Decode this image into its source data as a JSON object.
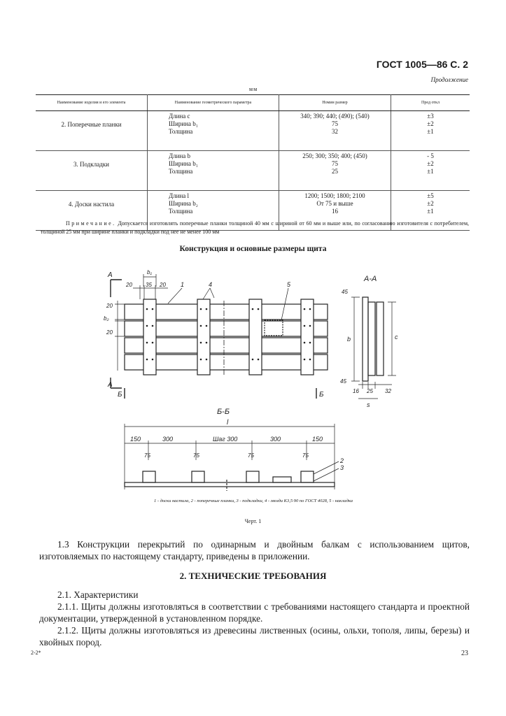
{
  "header": {
    "doc_id": "ГОСТ 1005—86 С. 2",
    "continuation": "Продолжение",
    "unit": "мм"
  },
  "table": {
    "columns": [
      "Наименование изделия и его элемента",
      "Наименование геометрического параметра",
      "Номин размер",
      "Пред откл"
    ],
    "groups": [
      {
        "name": "2. Поперечные планки",
        "rows": [
          {
            "param": "Длина c",
            "size": "340; 390; 440; (490); (540)",
            "tol": "±3"
          },
          {
            "param": "Ширина b₁",
            "size": "75",
            "tol": "±2"
          },
          {
            "param": "Толщина",
            "size": "32",
            "tol": "±1"
          }
        ]
      },
      {
        "name": "3. Подкладки",
        "rows": [
          {
            "param": "Длина b",
            "size": "250; 300; 350; 400; (450)",
            "tol": "- 5"
          },
          {
            "param": "Ширина b₁",
            "size": "75",
            "tol": "±2"
          },
          {
            "param": "Толщина",
            "size": "25",
            "tol": "±1"
          }
        ]
      },
      {
        "name": "4. Доски настила",
        "rows": [
          {
            "param": "Длина l",
            "size": "1200; 1500; 1800; 2100",
            "tol": "±5"
          },
          {
            "param": "Ширина b₂",
            "size": "От 75 и выше",
            "tol": "±2"
          },
          {
            "param": "Толщина",
            "size": "16",
            "tol": "±1"
          }
        ]
      }
    ]
  },
  "note": {
    "label": "Примечание.",
    "text": "Допускается изготовлять поперечные планки толщиной 40 мм с шириной от 60 мм и выше или, по согласованию изготовителя с потребителем, толщиной 25 мм при ширине планки и подкладки под нее не менее 100 мм"
  },
  "figure": {
    "title": "Конструкция и основные размеры щита",
    "legend": "1 - доски настила, 2 - поперечные планки, 3 - подкладки, 4 - гвозди К3,5·90 по ГОСТ 4028, 5 - накладка",
    "caption": "Черт. 1",
    "labels": {
      "A": "А",
      "AA": "А-А",
      "BB": "Б-Б",
      "B": "Б",
      "d20": "20",
      "d35": "35",
      "b1": "b₁",
      "b2": "b₂",
      "n1": "1",
      "n4": "4",
      "n5": "5",
      "d45": "45",
      "d16": "16",
      "d25": "25",
      "d32": "32",
      "b": "b",
      "c": "c",
      "s": "s",
      "l": "l",
      "d150": "150",
      "d300": "300",
      "step": "Шаг 300",
      "d75": "75",
      "n2": "2",
      "n3": "3"
    }
  },
  "body": {
    "p13": "1.3 Конструкции перекрытий по одинарным и двойным балкам с использованием щитов, изготовляемых по настоящему стандарту, приведены в приложении.",
    "section": "2. ТЕХНИЧЕСКИЕ ТРЕБОВАНИЯ",
    "p21": "2.1. Характеристики",
    "p211": "2.1.1. Щиты должны изготовляться в соответствии с требованиями настоящего стандарта и проектной документации, утвержденной в установленном порядке.",
    "p212": "2.1.2. Щиты должны изготовляться из древесины лиственных (осины, ольхи, тополя, липы, березы) и хвойных пород."
  },
  "footer": {
    "left": "2-2*",
    "page": "23"
  }
}
